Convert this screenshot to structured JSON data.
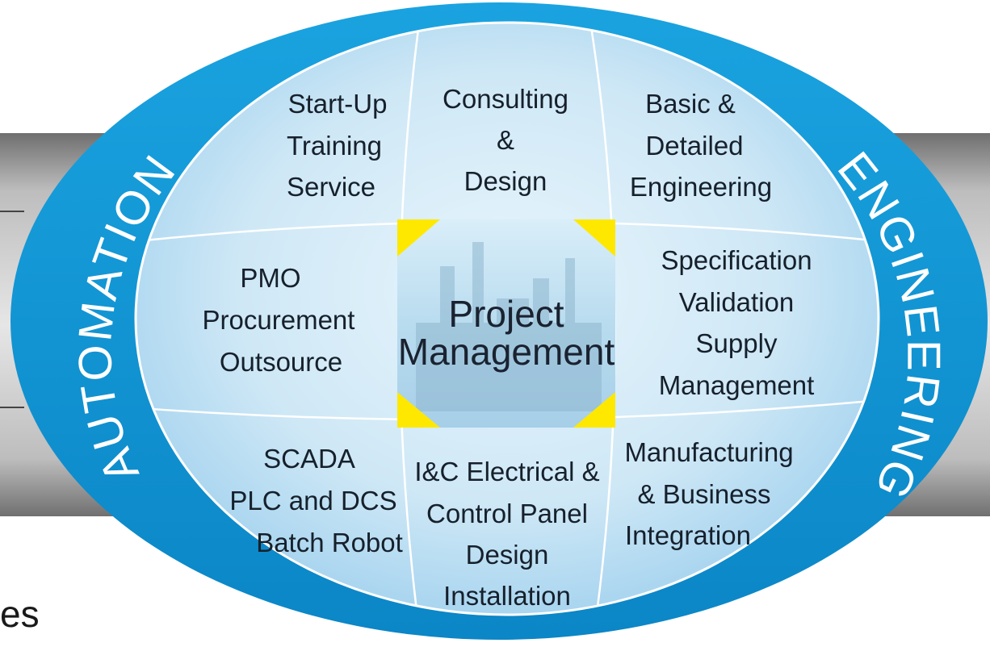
{
  "colors": {
    "ring_blue": "#1296d6",
    "inner_light": "#d7ecf8",
    "inner_mid": "#a9d6ef",
    "gray_band": "#9a9a9a",
    "corner_yellow": "#ffe800"
  },
  "ring_labels": {
    "left": "AUTOMATION",
    "right": "ENGINEERING"
  },
  "center": {
    "line1": "Project",
    "line2": "Management"
  },
  "cells": {
    "top_left": [
      "Start-Up",
      "Training",
      "Service"
    ],
    "top_middle": [
      "Consulting",
      "&",
      "Design"
    ],
    "top_right": [
      "Basic &",
      "Detailed",
      "Engineering"
    ],
    "middle_left": [
      "PMO",
      "Procurement",
      "Outsource"
    ],
    "middle_right": [
      "Specification",
      "Validation",
      "Supply",
      "Management"
    ],
    "bottom_left": [
      "SCADA",
      "PLC and DCS",
      "Batch Robot"
    ],
    "bottom_middle": [
      "I&C Electrical &",
      "Control Panel",
      "Design",
      "Installation"
    ],
    "bottom_right": [
      "Manufacturing",
      "& Business",
      "Integration"
    ]
  },
  "footer_fragment": "es"
}
